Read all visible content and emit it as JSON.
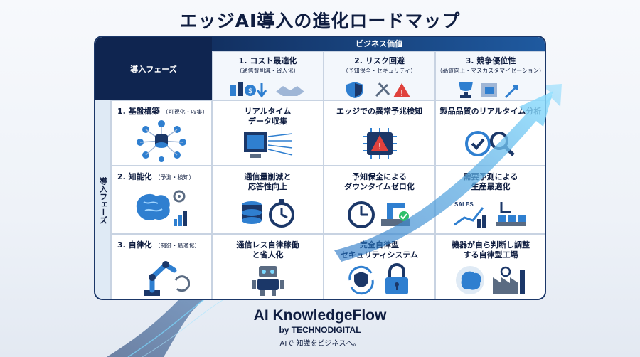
{
  "title": "エッジAI導入の進化ロードマップ",
  "header": {
    "business_value": "ビジネス価値",
    "phase_corner": "導入フェーズ",
    "phase_side": "導入フェーズ"
  },
  "columns": [
    {
      "label": "1. コスト最適化",
      "sub": "（通信費削減・省人化）"
    },
    {
      "label": "2. リスク回避",
      "sub": "（予知保全・セキュリティ）"
    },
    {
      "label": "3. 競争優位性",
      "sub": "（品質向上・マスカスタマイゼーション）"
    }
  ],
  "rows": [
    {
      "label": "1. 基盤構築",
      "sub": "（可視化・収集）"
    },
    {
      "label": "2. 知能化",
      "sub": "（予測・検知）"
    },
    {
      "label": "3. 自律化",
      "sub": "（制御・最適化）"
    }
  ],
  "cells": [
    [
      "リアルタイム\nデータ収集",
      "エッジでの異常予兆検知",
      "製品品質のリアルタイム分析"
    ],
    [
      "通信量削減と\n応答性向上",
      "予知保全による\nダウンタイムゼロ化",
      "需要予測による\n生産最適化"
    ],
    [
      "通信レス自律稼働\nと省人化",
      "完全自律型\nセキュリティシステム",
      "機器が自ら判断し調整\nする自律型工場"
    ]
  ],
  "icons": {
    "sales_label": "SALES"
  },
  "brand": {
    "name": "AI KnowledgeFlow",
    "by": "by TECHNODIGITAL",
    "tagline": "AIで 知識をビジネスへ。"
  },
  "colors": {
    "navy": "#0f2550",
    "accent_blue": "#2f7fd0",
    "flow_cyan": "#5fd3ff"
  }
}
